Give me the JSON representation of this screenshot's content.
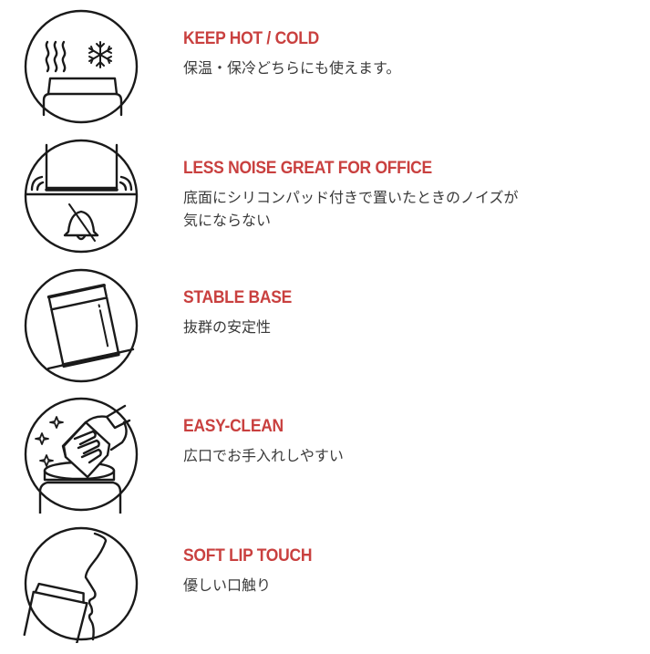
{
  "colors": {
    "title": "#c9403f",
    "text": "#3a3a3a",
    "icon_stroke": "#1a1a1a",
    "background": "#ffffff"
  },
  "features": [
    {
      "icon": "hot-cold-icon",
      "title": "KEEP HOT / COLD",
      "description": "保温・保冷どちらにも使えます。"
    },
    {
      "icon": "silent-base-icon",
      "title": "LESS NOISE GREAT FOR OFFICE",
      "description_line1": "底面にシリコンパッド付きで置いたときのノイズが",
      "description_line2": "気にならない"
    },
    {
      "icon": "stable-base-icon",
      "title": "STABLE BASE",
      "description": "抜群の安定性"
    },
    {
      "icon": "easy-clean-icon",
      "title": "EASY-CLEAN",
      "description": "広口でお手入れしやすい"
    },
    {
      "icon": "soft-lip-icon",
      "title": "SOFT LIP TOUCH",
      "description": "優しい口触り"
    }
  ]
}
